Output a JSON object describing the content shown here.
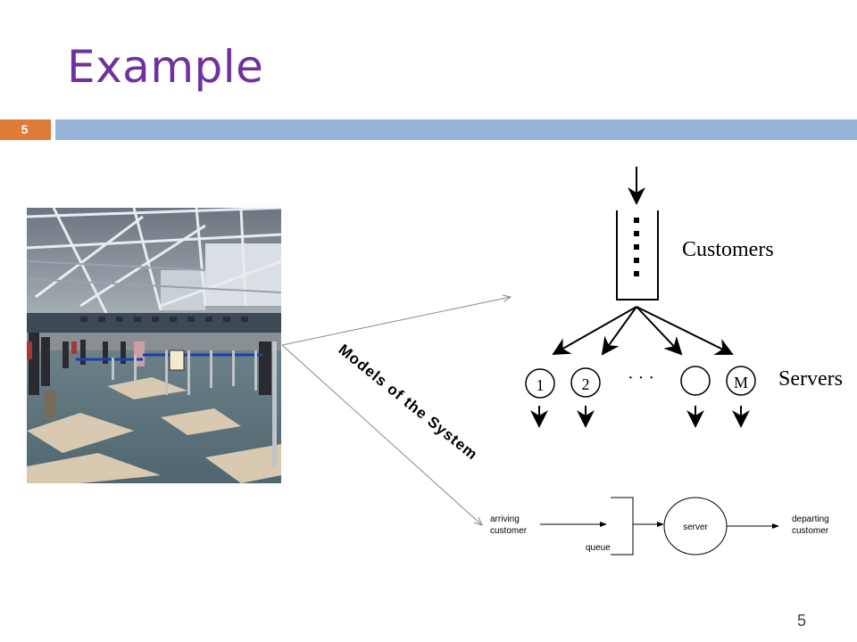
{
  "slide": {
    "title": "Example",
    "section_number": "5",
    "page_number": "5"
  },
  "labels": {
    "models": "Models of the System",
    "customers": "Customers",
    "servers": "Servers",
    "server_1": "1",
    "server_2": "2",
    "ellipsis": "· · ·",
    "server_m": "M",
    "arriving_1": "arriving",
    "arriving_2": "customer",
    "queue": "queue",
    "server": "server",
    "departing_1": "departing",
    "departing_2": "customer"
  },
  "colors": {
    "title": "#7030a0",
    "accent_box": "#e07b39",
    "header_bar": "#94b3d7"
  }
}
